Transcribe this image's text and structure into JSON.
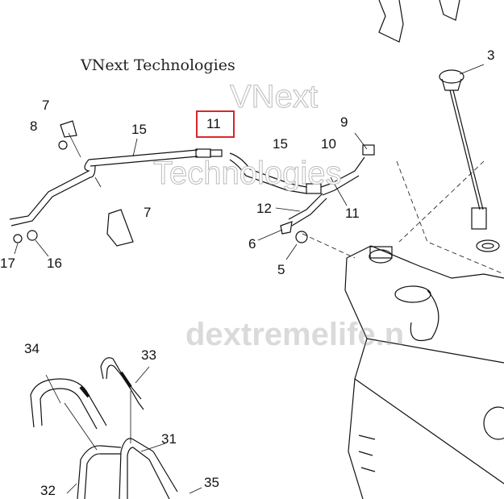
{
  "callouts": [
    "3",
    "7",
    "8",
    "15",
    "11",
    "9",
    "10",
    "15",
    "12",
    "11",
    "7",
    "17",
    "16",
    "6",
    "5",
    "34",
    "33",
    "31",
    "32",
    "35"
  ],
  "highlight": {
    "label": "11",
    "color": "#d9262b"
  },
  "watermarks": {
    "outline": [
      "VNext",
      "Technologies"
    ],
    "serif": "VNext Technologies",
    "diagonal": "dextremelife.n"
  }
}
